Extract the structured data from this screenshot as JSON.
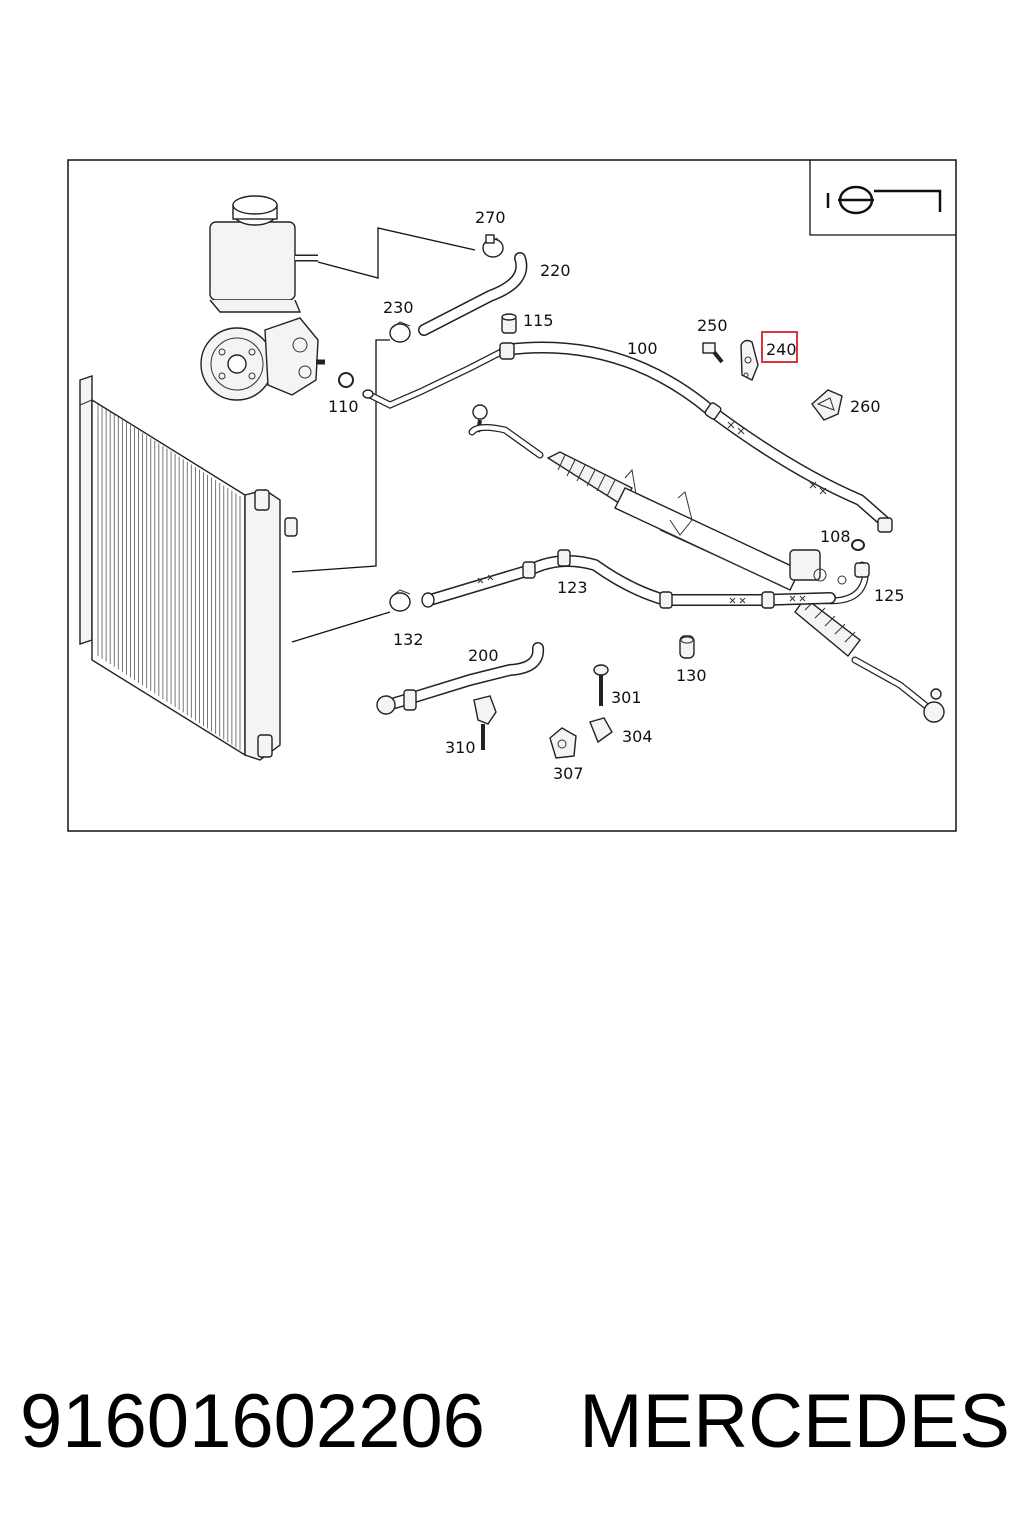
{
  "diagram": {
    "callouts": [
      {
        "id": "270",
        "label": "270"
      },
      {
        "id": "220",
        "label": "220"
      },
      {
        "id": "230",
        "label": "230"
      },
      {
        "id": "115",
        "label": "115"
      },
      {
        "id": "110",
        "label": "110"
      },
      {
        "id": "100",
        "label": "100"
      },
      {
        "id": "250",
        "label": "250"
      },
      {
        "id": "240",
        "label": "240",
        "highlight": true
      },
      {
        "id": "260",
        "label": "260"
      },
      {
        "id": "108",
        "label": "108"
      },
      {
        "id": "125",
        "label": "125"
      },
      {
        "id": "123",
        "label": "123"
      },
      {
        "id": "132",
        "label": "132"
      },
      {
        "id": "200",
        "label": "200"
      },
      {
        "id": "130",
        "label": "130"
      },
      {
        "id": "301",
        "label": "301"
      },
      {
        "id": "304",
        "label": "304"
      },
      {
        "id": "307",
        "label": "307"
      },
      {
        "id": "310",
        "label": "310"
      }
    ],
    "highlight_color": "#d9363e",
    "corner_icon": "steering-wheel-icon"
  },
  "caption": {
    "part_number": "91601602206",
    "brand": "MERCEDES"
  }
}
